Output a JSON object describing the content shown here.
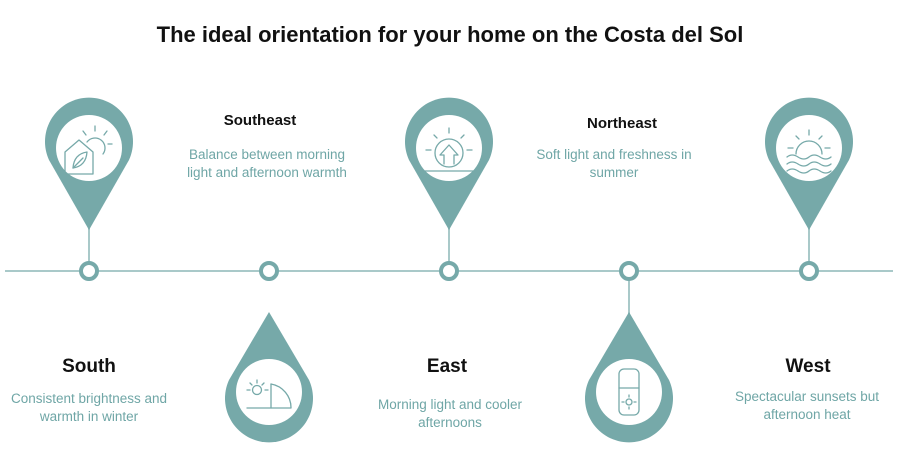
{
  "title": "The ideal orientation for your home on the Costa del Sol",
  "colors": {
    "accent": "#76a9a9",
    "line": "#a9c9c9",
    "text": "#111111",
    "desc": "#6fa6a6"
  },
  "orientations": [
    {
      "name": "South",
      "description": "Consistent brightness and warmth in winter",
      "icon": "house-sun-icon"
    },
    {
      "name": "Southeast",
      "description": "Balance between morning light and afternoon warmth",
      "icon": "rising-sun-half-icon"
    },
    {
      "name": "East",
      "description": "Morning light and cooler afternoons",
      "icon": "sunrise-arrow-icon"
    },
    {
      "name": "Northeast",
      "description": "Soft light and freshness in summer",
      "icon": "window-sun-icon"
    },
    {
      "name": "West",
      "description": "Spectacular sunsets but afternoon heat",
      "icon": "sunset-waves-icon"
    }
  ]
}
